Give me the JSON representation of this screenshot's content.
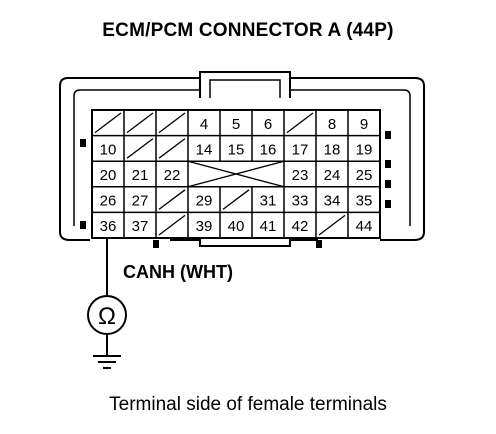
{
  "title": "ECM/PCM CONNECTOR A (44P)",
  "wire_label": "CANH (WHT)",
  "caption": "Terminal side of female terminals",
  "meter_symbol": "Ω",
  "meter_icon": "ohmmeter-icon",
  "ground_icon": "ground-icon",
  "terminals": {
    "row1": [
      "",
      "",
      "",
      "4",
      "5",
      "6",
      "",
      "8",
      "9"
    ],
    "row2": [
      "10",
      "",
      "",
      "14",
      "15",
      "16",
      "17",
      "18",
      "19"
    ],
    "row3": [
      "20",
      "21",
      "22",
      "",
      "",
      "",
      "23",
      "24",
      "25"
    ],
    "row4": [
      "26",
      "27",
      "",
      "29",
      "",
      "31",
      "33",
      "34",
      "35"
    ],
    "row5": [
      "36",
      "37",
      "",
      "39",
      "40",
      "41",
      "42",
      "",
      "44"
    ]
  },
  "probed_terminal": "36"
}
